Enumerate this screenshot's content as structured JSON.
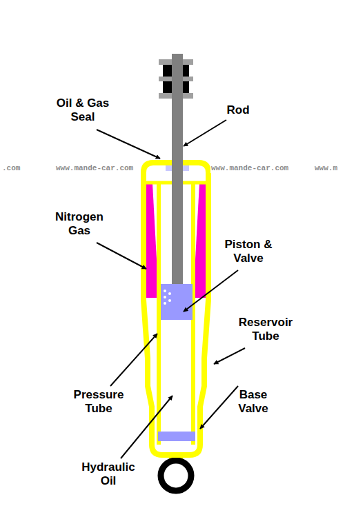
{
  "diagram": {
    "labels": [
      "Oil & Gas Seal",
      "Rod",
      ".com",
      "www.mande-car.com",
      "www.mande-car.com",
      "www.m",
      "Nitrogen Gas",
      "Piston & Valve",
      "Reservoir Tube",
      "Pressure Tube",
      "Base Valve",
      "Hydraulic Oil"
    ]
  }
}
